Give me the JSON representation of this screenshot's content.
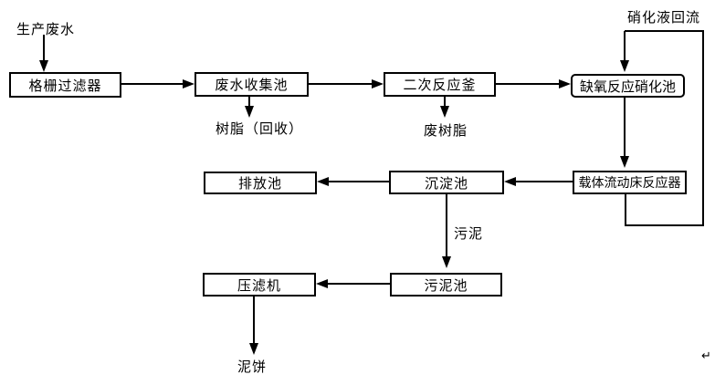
{
  "diagram": {
    "nodes": [
      {
        "id": "grid-filter",
        "label": "格栅过滤器"
      },
      {
        "id": "wastewater-pool",
        "label": "废水收集池"
      },
      {
        "id": "secondary-reactor",
        "label": "二次反应釜"
      },
      {
        "id": "anoxic-pool",
        "label": "缺氧反应硝化池"
      },
      {
        "id": "carrier-reactor",
        "label": "载体流动床反应器"
      },
      {
        "id": "discharge-pool",
        "label": "排放池"
      },
      {
        "id": "sedimentation-pool",
        "label": "沉淀池"
      },
      {
        "id": "sludge-pool",
        "label": "污泥池"
      },
      {
        "id": "filter-press",
        "label": "压滤机"
      }
    ],
    "labels": {
      "influent": "生产废水",
      "resin_recycle": "树脂（回收）",
      "waste_resin": "废树脂",
      "nitrification_reflux": "硝化液回流",
      "sludge": "污泥",
      "mud_cake": "泥饼",
      "paragraph_mark": "↵"
    },
    "colors": {
      "line": "#000000",
      "background": "#ffffff"
    }
  }
}
